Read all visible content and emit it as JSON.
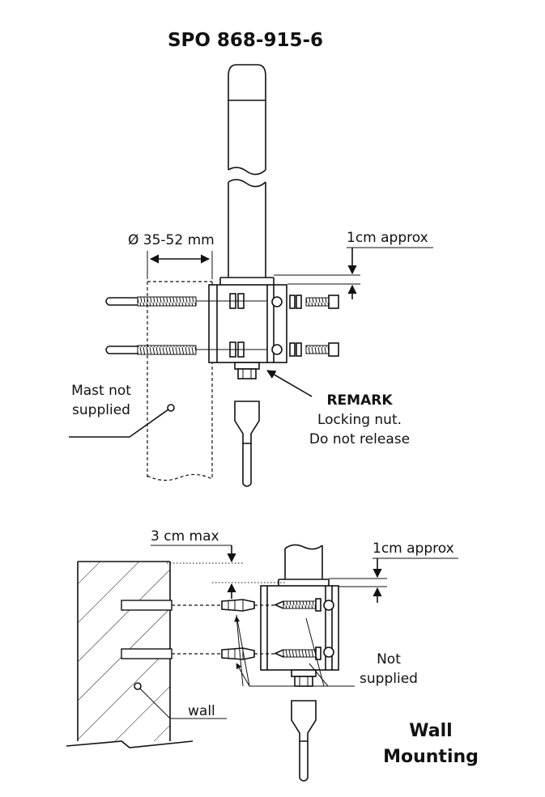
{
  "title": "SPO 868-915-6",
  "mast_mount": {
    "diameter_label": "Ø 35-52 mm",
    "gap_label": "1cm approx",
    "mast_label_line1": "Mast not",
    "mast_label_line2": "supplied",
    "remark_title": "REMARK",
    "remark_line1": "Locking nut.",
    "remark_line2": "Do not release"
  },
  "wall_mount": {
    "max_label": "3 cm max",
    "gap_label": "1cm approx",
    "not_supplied_line1": "Not",
    "not_supplied_line2": "supplied",
    "wall_label": "wall",
    "heading_line1": "Wall",
    "heading_line2": "Mounting"
  }
}
